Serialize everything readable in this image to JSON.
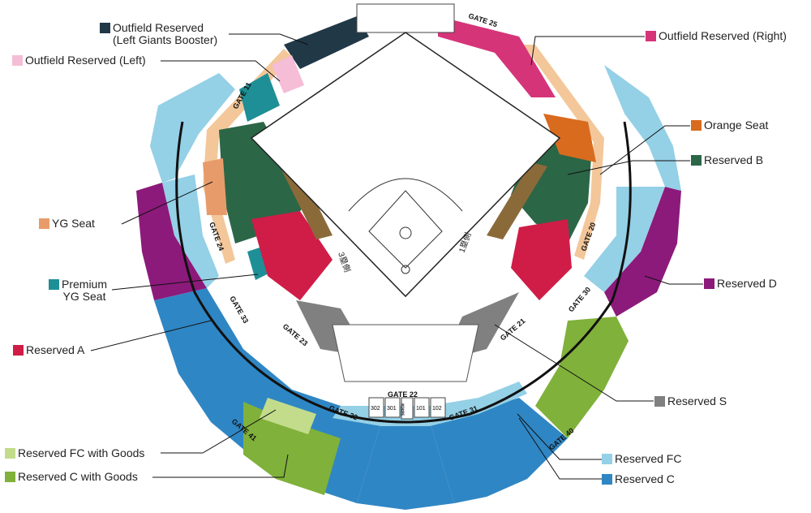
{
  "legend": {
    "outfield_left_booster": {
      "line1": "Outfield Reserved",
      "line2": "(Left Giants Booster)",
      "color": "#213847"
    },
    "outfield_left": {
      "label": "Outfield Reserved (Left)",
      "color": "#f5bdd6"
    },
    "outfield_right": {
      "label": "Outfield Reserved (Right)",
      "color": "#d63479"
    },
    "orange_seat": {
      "label": "Orange Seat",
      "color": "#d96b1f"
    },
    "reserved_b": {
      "label": "Reserved B",
      "color": "#2b6647"
    },
    "yg_seat": {
      "label": "YG Seat",
      "color": "#e89b6a"
    },
    "premium_yg": {
      "line1": "Premium",
      "line2": "YG Seat",
      "color": "#1e8f96"
    },
    "reserved_d": {
      "label": "Reserved D",
      "color": "#8c1a7a"
    },
    "reserved_a": {
      "label": "Reserved A",
      "color": "#cf1d47"
    },
    "reserved_s": {
      "label": "Reserved S",
      "color": "#808080"
    },
    "reserved_fc_goods": {
      "label": "Reserved FC with Goods",
      "color": "#c2dc8c"
    },
    "reserved_fc": {
      "label": "Reserved FC",
      "color": "#94d0e6"
    },
    "reserved_c_goods": {
      "label": "Reserved C with Goods",
      "color": "#80b13a"
    },
    "reserved_c": {
      "label": "Reserved C",
      "color": "#2f86c4"
    }
  },
  "gates": {
    "g25": "GATE 25",
    "g11": "GATE 11",
    "g24": "GATE 24",
    "g33": "GATE 33",
    "g23": "GATE 23",
    "g22": "GATE 22",
    "g21": "GATE 21",
    "g20": "GATE 20",
    "g30": "GATE 30",
    "g32": "GATE 32",
    "g31": "GATE 31",
    "g41": "GATE 41",
    "g40": "GATE 40"
  },
  "field": {
    "third_base": "3塁側",
    "first_base": "1塁側",
    "box": "貴賓席"
  },
  "sections": {
    "s301": "301",
    "s101": "101",
    "s302": "302",
    "s102": "102"
  }
}
